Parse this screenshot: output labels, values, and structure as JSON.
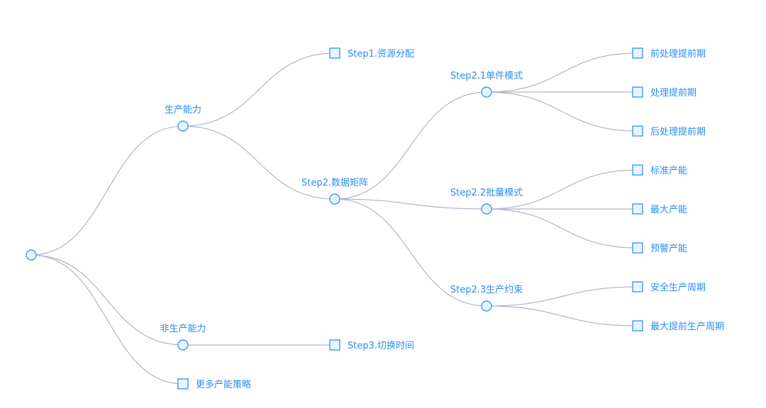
{
  "tree": {
    "label": "",
    "children": [
      {
        "label": "生产能力",
        "children": [
          {
            "label": "Step1.资源分配"
          },
          {
            "label": "Step2.数据矩阵",
            "children": [
              {
                "label": "Step2.1单件模式",
                "children": [
                  {
                    "label": "前处理提前期"
                  },
                  {
                    "label": "处理提前期"
                  },
                  {
                    "label": "后处理提前期"
                  }
                ]
              },
              {
                "label": "Step2.2批量模式",
                "children": [
                  {
                    "label": "标准产能"
                  },
                  {
                    "label": "最大产能"
                  },
                  {
                    "label": "预警产能"
                  }
                ]
              },
              {
                "label": "Step2.3生产约束",
                "children": [
                  {
                    "label": "安全生产周期"
                  },
                  {
                    "label": "最大提前生产周期"
                  }
                ]
              }
            ]
          }
        ]
      },
      {
        "label": "非生产能力",
        "children": [
          {
            "label": "Step3.切换时间"
          }
        ]
      },
      {
        "label": "更多产能策略"
      }
    ]
  },
  "colors": {
    "node_stroke": "#3a9bff",
    "node_fill": "#e8f5ff",
    "link": "#aeb6c6",
    "label": "#2b8ef2"
  }
}
